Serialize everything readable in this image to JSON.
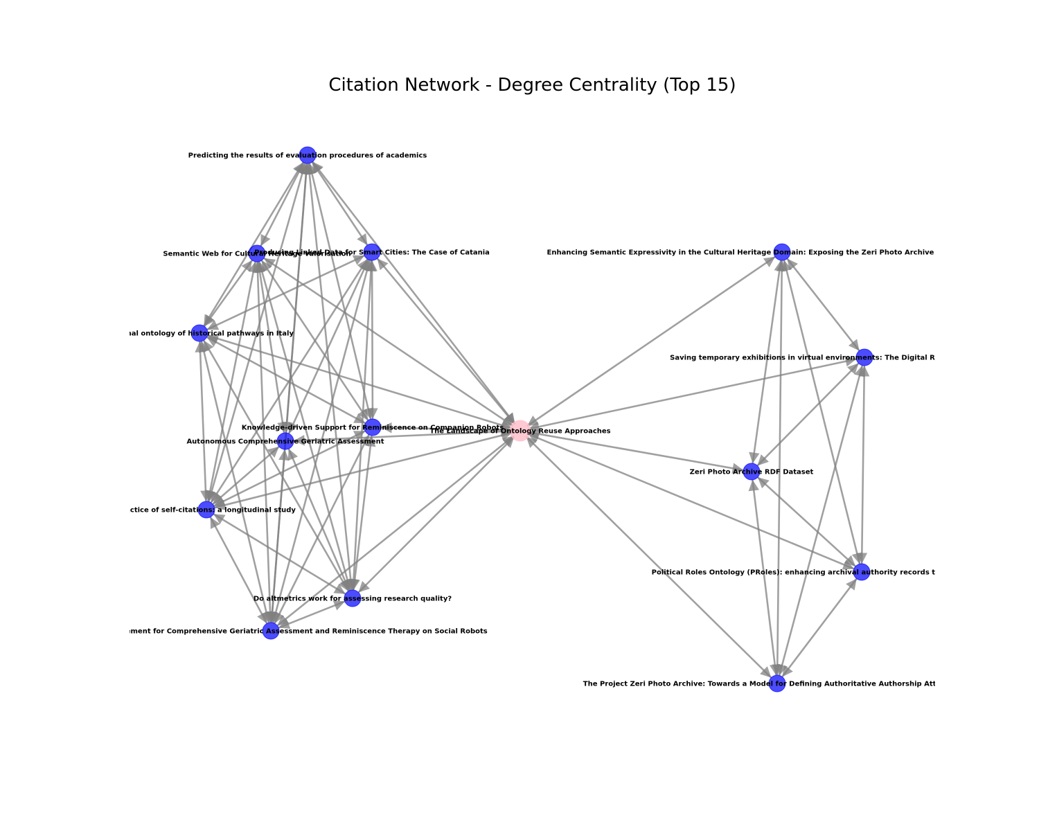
{
  "title": "Citation Network - Degree Centrality (Top 15)",
  "colors": {
    "node_default": "#0000ff",
    "node_highlight": "#ffc0cb",
    "edge": "#808080"
  },
  "graph": {
    "highlighted_node": "landscape",
    "nodes": [
      {
        "id": "predicting",
        "label": "Predicting the results of evaluation procedures of academics"
      },
      {
        "id": "semantic_web",
        "label": "Semantic Web for Cultural Heritage valorisation"
      },
      {
        "id": "smart_cities",
        "label": "Producing Linked Data for Smart Cities: The Case of Catania"
      },
      {
        "id": "pathways",
        "label": "A formal ontology of historical pathways in Italy"
      },
      {
        "id": "reminiscence",
        "label": "Knowledge-driven Support for Reminiscence on Companion Robots"
      },
      {
        "id": "geriatric",
        "label": "Autonomous Comprehensive Geriatric Assessment"
      },
      {
        "id": "self_citations",
        "label": "practice of self-citations: a longitudinal study"
      },
      {
        "id": "altmetrics",
        "label": "Do altmetrics work for assessing research quality?"
      },
      {
        "id": "knowledge_mgmt",
        "label": "Knowledge Management for Comprehensive Geriatric Assessment and Reminiscence Therapy on Social Robots"
      },
      {
        "id": "landscape",
        "label": "The Landscape of Ontology Reuse Approaches"
      },
      {
        "id": "zeri_expressivity",
        "label": "Enhancing Semantic Expressivity in the Cultural Heritage Domain: Exposing the Zeri Photo Archive as Linked Open Data"
      },
      {
        "id": "aldrovandi",
        "label": "Saving temporary exhibitions in virtual environments: The Digital Renaissance of Ulisse Aldrovandi"
      },
      {
        "id": "zeri_rdf",
        "label": "Zeri Photo Archive RDF Dataset"
      },
      {
        "id": "proles",
        "label": "Political Roles Ontology (PRoles): enhancing archival authority records through semantic web technologies"
      },
      {
        "id": "zeri_project",
        "label": "The Project Zeri Photo Archive: Towards a Model for Defining Authoritative Authorship Attributions"
      }
    ],
    "edges": [
      [
        "predicting",
        "semantic_web"
      ],
      [
        "predicting",
        "smart_cities"
      ],
      [
        "predicting",
        "pathways"
      ],
      [
        "predicting",
        "reminiscence"
      ],
      [
        "predicting",
        "geriatric"
      ],
      [
        "predicting",
        "self_citations"
      ],
      [
        "predicting",
        "altmetrics"
      ],
      [
        "predicting",
        "knowledge_mgmt"
      ],
      [
        "predicting",
        "landscape"
      ],
      [
        "semantic_web",
        "pathways"
      ],
      [
        "semantic_web",
        "reminiscence"
      ],
      [
        "semantic_web",
        "geriatric"
      ],
      [
        "semantic_web",
        "self_citations"
      ],
      [
        "semantic_web",
        "altmetrics"
      ],
      [
        "semantic_web",
        "knowledge_mgmt"
      ],
      [
        "semantic_web",
        "landscape"
      ],
      [
        "smart_cities",
        "pathways"
      ],
      [
        "smart_cities",
        "reminiscence"
      ],
      [
        "smart_cities",
        "geriatric"
      ],
      [
        "smart_cities",
        "self_citations"
      ],
      [
        "smart_cities",
        "altmetrics"
      ],
      [
        "smart_cities",
        "knowledge_mgmt"
      ],
      [
        "smart_cities",
        "landscape"
      ],
      [
        "pathways",
        "reminiscence"
      ],
      [
        "pathways",
        "self_citations"
      ],
      [
        "pathways",
        "altmetrics"
      ],
      [
        "pathways",
        "knowledge_mgmt"
      ],
      [
        "pathways",
        "landscape"
      ],
      [
        "reminiscence",
        "self_citations"
      ],
      [
        "reminiscence",
        "knowledge_mgmt"
      ],
      [
        "reminiscence",
        "altmetrics"
      ],
      [
        "reminiscence",
        "landscape"
      ],
      [
        "geriatric",
        "self_citations"
      ],
      [
        "geriatric",
        "knowledge_mgmt"
      ],
      [
        "geriatric",
        "altmetrics"
      ],
      [
        "geriatric",
        "landscape"
      ],
      [
        "self_citations",
        "altmetrics"
      ],
      [
        "self_citations",
        "knowledge_mgmt"
      ],
      [
        "self_citations",
        "landscape"
      ],
      [
        "altmetrics",
        "knowledge_mgmt"
      ],
      [
        "altmetrics",
        "landscape"
      ],
      [
        "knowledge_mgmt",
        "landscape"
      ],
      [
        "landscape",
        "zeri_expressivity"
      ],
      [
        "landscape",
        "aldrovandi"
      ],
      [
        "landscape",
        "zeri_rdf"
      ],
      [
        "landscape",
        "proles"
      ],
      [
        "landscape",
        "zeri_project"
      ],
      [
        "zeri_expressivity",
        "aldrovandi"
      ],
      [
        "zeri_expressivity",
        "zeri_rdf"
      ],
      [
        "zeri_expressivity",
        "proles"
      ],
      [
        "zeri_expressivity",
        "zeri_project"
      ],
      [
        "aldrovandi",
        "zeri_rdf"
      ],
      [
        "aldrovandi",
        "proles"
      ],
      [
        "aldrovandi",
        "zeri_project"
      ],
      [
        "zeri_rdf",
        "proles"
      ],
      [
        "zeri_rdf",
        "zeri_project"
      ],
      [
        "proles",
        "zeri_project"
      ]
    ]
  }
}
